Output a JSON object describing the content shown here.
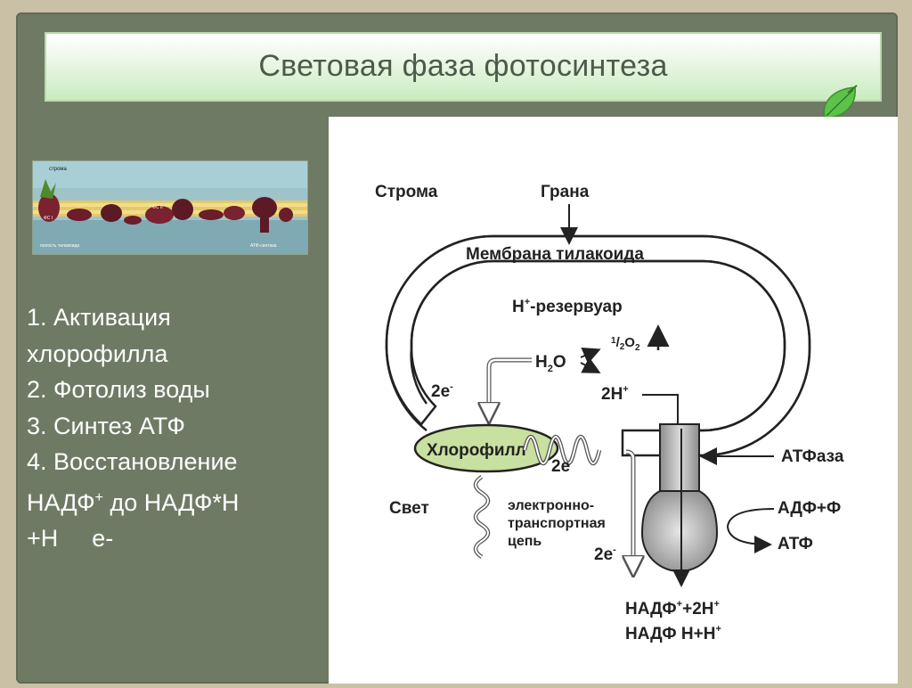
{
  "title": "Световая фаза  фотосинтеза",
  "photo_labels": {
    "top": "строма",
    "ps1": "ФС I",
    "ps2": "ФС II",
    "bottom_left": "полость тилакоида",
    "bottom_right": "АТФ-синтаза"
  },
  "list": {
    "item1_a": "1. Активация",
    "item1_b": "хлорофилла",
    "item2": "2. Фотолиз воды",
    "item3": "3. Синтез АТФ",
    "item4_a": "4. Восстановление",
    "item4_b_pre": "НАДФ",
    "item4_b_sup": "+",
    "item4_b_post": " до НАДФ*Н",
    "item4_c": "+Н",
    "item4_e": "е-"
  },
  "diagram": {
    "stroma": "Строма",
    "grana": "Грана",
    "membrane": "Мембрана тилакоида",
    "reservoir_h": "Н",
    "reservoir_sup": "+",
    "reservoir_rest": "-резервуар",
    "h2o_h": "Н",
    "h2o_sub": "2",
    "h2o_o": "О",
    "o2_num": "1",
    "o2_slash": "/",
    "o2_den": "2",
    "o2_o": "О",
    "o2_sub": "2",
    "two_e_left": "2е",
    "two_e_left_sup": "-",
    "two_h": "2Н",
    "two_h_sup": "+",
    "chlorophyll": "Хлорофилл",
    "two_e_mid": "2е",
    "atpase": "АТФаза",
    "light": "Свет",
    "etc_1": "электронно-",
    "etc_2": "транспортная",
    "etc_3": "цепь",
    "adp": "АДФ+Ф",
    "atp": "АТФ",
    "two_e_low": "2е",
    "two_e_low_sup": "-",
    "nadp1_pre": "НАДФ",
    "nadp1_sup": "+",
    "nadp1_post": "+2Н",
    "nadp1_sup2": "+",
    "nadp2_pre": "НАДФ Н+Н",
    "nadp2_sup": "+"
  },
  "colors": {
    "frame": "#6f7a64",
    "chlorophyll_fill": "#c8e0a0",
    "atpase_fill": "#b0b0b0"
  }
}
